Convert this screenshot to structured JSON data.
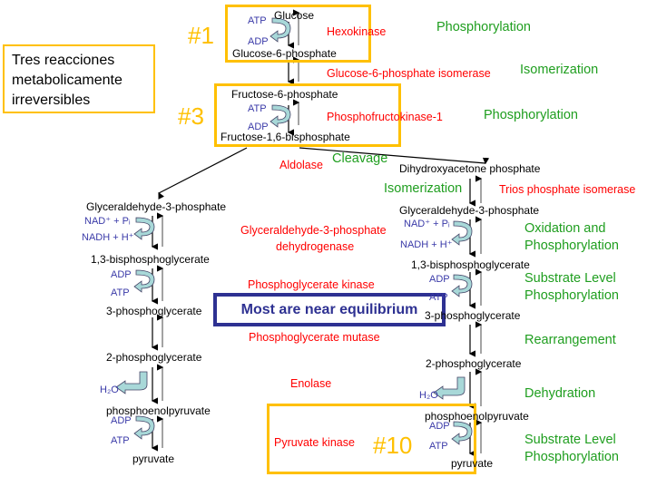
{
  "note_box": {
    "lines": [
      "Tres reacciones",
      "metabolicamente",
      "irreversibles"
    ]
  },
  "markers": {
    "one": "#1",
    "three": "#3",
    "ten": "#10"
  },
  "equilibrium_label": "Most are near equilibrium",
  "metabolites": {
    "glucose": "Glucose",
    "g6p": "Glucose-6-phosphate",
    "f6p": "Fructose-6-phosphate",
    "f16bp": "Fructose-1,6-bisphosphate",
    "dhap": "Dihydroxyacetone  phosphate",
    "gap": "Glyceraldehyde-3-phosphate",
    "bpg": "1,3-bisphosphoglycerate",
    "pg3": "3-phosphoglycerate",
    "pg2": "2-phosphoglycerate",
    "pep": "phosphoenolpyruvate",
    "pyr": "pyruvate"
  },
  "cofactors": {
    "atp": "ATP",
    "adp": "ADP",
    "nad": "NAD⁺ + Pᵢ",
    "nadh": "NADH + H⁺",
    "h2o": "H₂O"
  },
  "enzymes": [
    "Hexokinase",
    "Glucose-6-phosphate isomerase",
    "Phosphofructokinase-1",
    "Aldolase",
    "Trios phosphate isomerase",
    "Glyceraldehyde-3-phosphate",
    "dehydrogenase",
    "Phosphoglycerate kinase",
    "Phosphoglycerate mutase",
    "Enolase",
    "Pyruvate kinase"
  ],
  "reaction_types": [
    "Phosphorylation",
    "Isomerization",
    "Phosphorylation",
    "Cleavage",
    "Isomerization",
    "Oxidation and",
    "Phosphorylation",
    "Substrate Level",
    "Phosphorylation",
    "Rearrangement",
    "Dehydration",
    "Substrate Level",
    "Phosphorylation"
  ],
  "colors": {
    "orange": "#ffc000",
    "red": "#ff0000",
    "green": "#1f9e1f",
    "blue": "#2e3192"
  }
}
